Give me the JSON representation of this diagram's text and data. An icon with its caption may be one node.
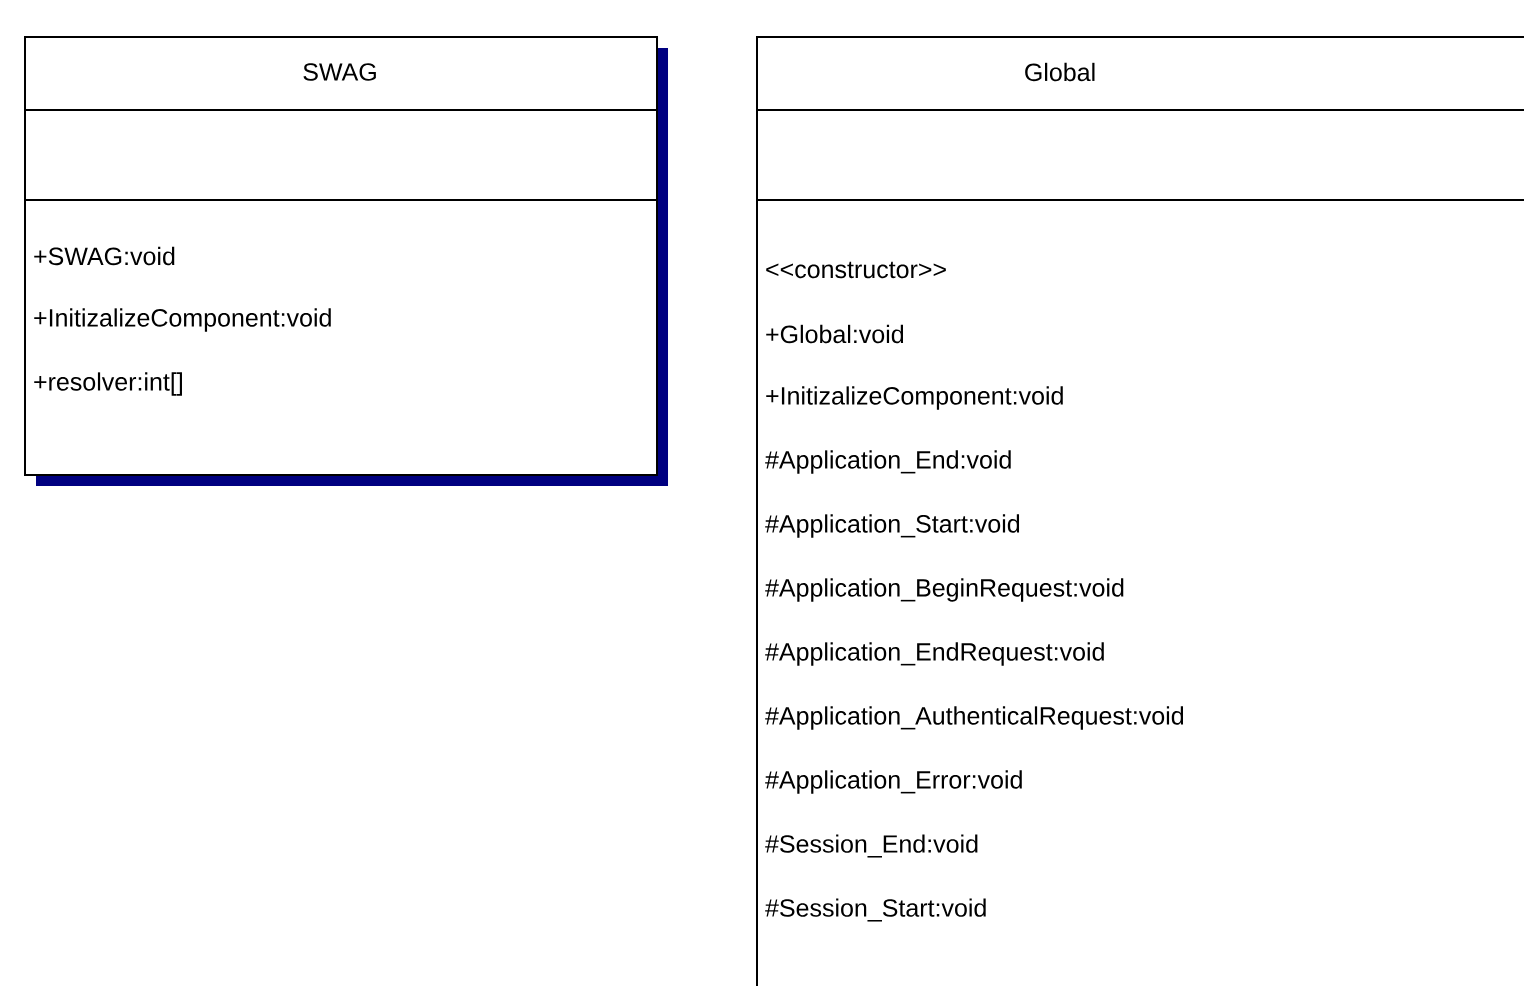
{
  "diagram": {
    "nodes": [
      {
        "text": [
          "SWAG",
          "+SWAG:void",
          "+InitizalizeComponent:void",
          "+resolver:int[]"
        ]
      },
      {
        "text": [
          "Global",
          "<<constructor>>",
          "+Global:void",
          "+InitizalizeComponent:void",
          "#Application_End:void",
          "#Application_Start:void",
          "#Application_BeginRequest:void",
          "#Application_EndRequest:void",
          "#Application_AuthenticalRequest:void",
          "#Application_Error:void",
          "#Session_End:void",
          "#Session_Start:void"
        ]
      }
    ]
  }
}
